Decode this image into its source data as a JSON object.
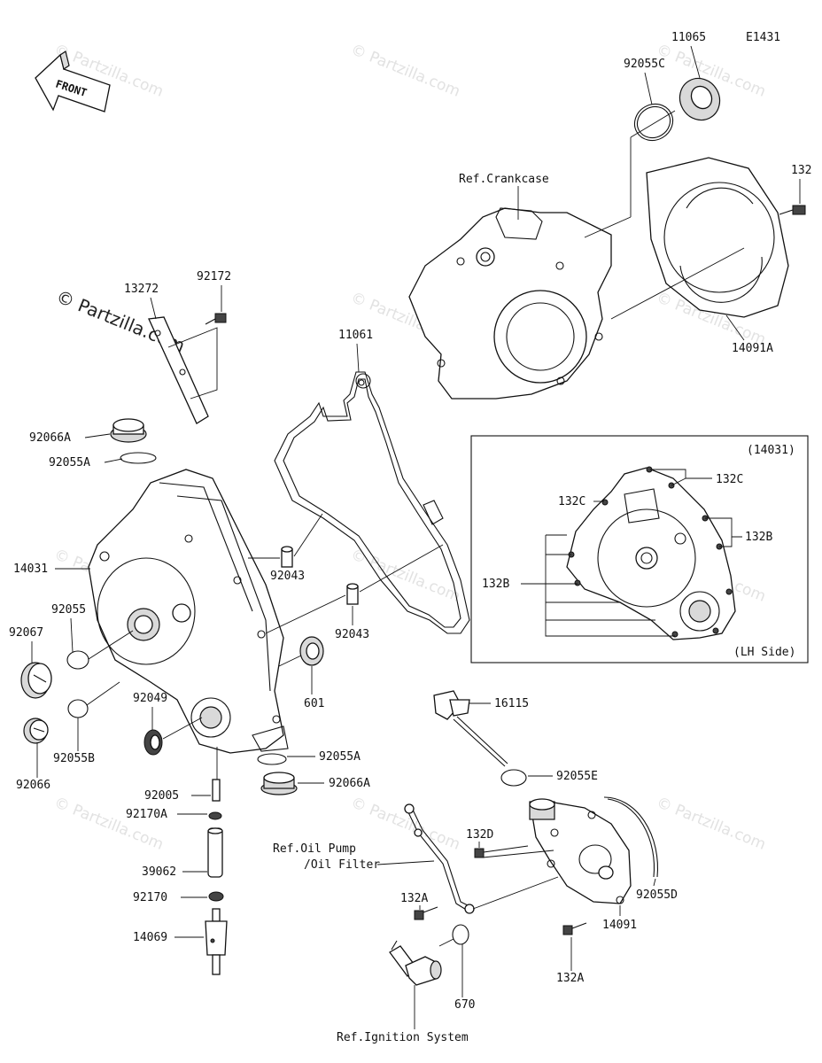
{
  "diagram": {
    "code": "E1431",
    "front_label": "FRONT",
    "watermark": "© Partzilla.com",
    "inset": {
      "group_code": "(14031)",
      "side_label": "(LH Side)"
    },
    "references": {
      "crankcase": "Ref.Crankcase",
      "oil_pump_line1": "Ref.Oil Pump",
      "oil_pump_line2": "/Oil Filter",
      "ignition": "Ref.Ignition System"
    },
    "labels": {
      "p11065": "11065",
      "p92055C": "92055C",
      "p132_top": "132",
      "p14091A": "14091A",
      "p92172": "92172",
      "p13272": "13272",
      "p11061": "11061",
      "p92066A_top": "92066A",
      "p92055A_top": "92055A",
      "p14031": "14031",
      "p92055": "92055",
      "p92067": "92067",
      "p92043_a": "92043",
      "p92043_b": "92043",
      "p601": "601",
      "p92049": "92049",
      "p92066": "92066",
      "p92055B": "92055B",
      "p92055A_bot": "92055A",
      "p92066A_bot": "92066A",
      "p92005": "92005",
      "p92170A": "92170A",
      "p39062": "39062",
      "p92170": "92170",
      "p14069": "14069",
      "p132C_a": "132C",
      "p132C_b": "132C",
      "p132B_a": "132B",
      "p132B_b": "132B",
      "p16115": "16115",
      "p92055E": "92055E",
      "p132D": "132D",
      "p132A_a": "132A",
      "p132A_b": "132A",
      "p14091": "14091",
      "p92055D": "92055D",
      "p670": "670"
    }
  }
}
